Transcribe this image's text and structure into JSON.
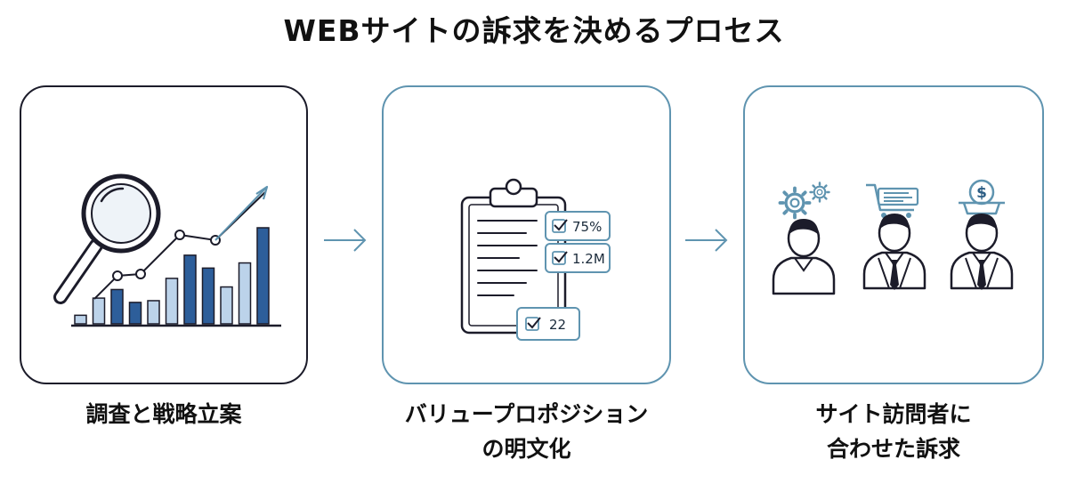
{
  "title": "WEBサイトの訴求を決めるプロセス",
  "steps": [
    {
      "label_lines": [
        "調査と戦略立案"
      ],
      "icon": "magnifier-growth-chart-icon",
      "chart_data": {
        "type": "bar",
        "values": [
          1,
          3,
          4,
          2.5,
          2.7,
          5.3,
          8,
          6.5,
          4.3,
          7.1,
          11.2
        ],
        "highlight": [
          false,
          false,
          true,
          true,
          false,
          false,
          true,
          true,
          false,
          false,
          true
        ]
      }
    },
    {
      "label_lines": [
        "バリュープロポジション",
        "の明文化"
      ],
      "icon": "clipboard-checklist-icon",
      "badges": [
        "75%",
        "1.2M",
        "22"
      ]
    },
    {
      "label_lines": [
        "サイト訪問者に",
        "合わせた訴求"
      ],
      "icon": "three-personas-icon",
      "personas": [
        {
          "icon": "gears-icon"
        },
        {
          "icon": "shopping-cart-icon"
        },
        {
          "icon": "dollar-coin-icon",
          "symbol": "$"
        }
      ]
    }
  ],
  "colors": {
    "dark": "#1c1c2a",
    "accent": "#5f94b0",
    "bar_dark": "#2d5e9a",
    "bar_light": "#bcd3ea"
  }
}
